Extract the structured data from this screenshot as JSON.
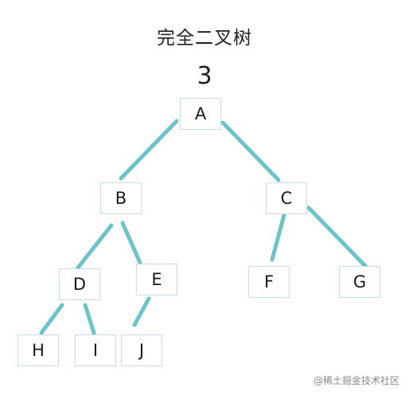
{
  "title": "完全二叉树",
  "number": "3",
  "nodes": {
    "A": "A",
    "B": "B",
    "C": "C",
    "D": "D",
    "E": "E",
    "F": "F",
    "G": "G",
    "H": "H",
    "I": "I",
    "J": "J"
  },
  "edges": [
    [
      "A",
      "B"
    ],
    [
      "A",
      "C"
    ],
    [
      "B",
      "D"
    ],
    [
      "B",
      "E"
    ],
    [
      "C",
      "F"
    ],
    [
      "C",
      "G"
    ],
    [
      "D",
      "H"
    ],
    [
      "D",
      "I"
    ],
    [
      "E",
      "J"
    ]
  ],
  "edge_color": "#6cc3c8",
  "watermark": "@稀土掘金技术社区"
}
